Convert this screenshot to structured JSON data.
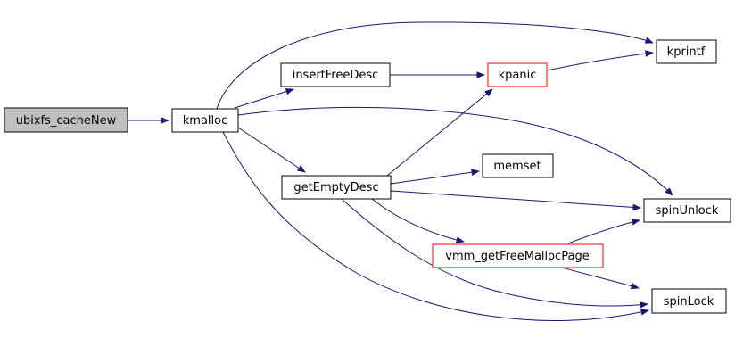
{
  "diagram": {
    "type": "call-graph",
    "colors": {
      "background": "#ffffff",
      "edge": "#191970",
      "node_border": "#000000",
      "node_fill": "#ffffff",
      "focus_node_fill": "#c0c0c0",
      "truncated_node_border": "#ff0000",
      "text": "#000000"
    },
    "nodes": [
      {
        "id": "ubixfs_cacheNew",
        "label": "ubixfs_cacheNew",
        "kind": "focus"
      },
      {
        "id": "kmalloc",
        "label": "kmalloc",
        "kind": "normal"
      },
      {
        "id": "insertFreeDesc",
        "label": "insertFreeDesc",
        "kind": "normal"
      },
      {
        "id": "kpanic",
        "label": "kpanic",
        "kind": "truncated"
      },
      {
        "id": "kprintf",
        "label": "kprintf",
        "kind": "normal"
      },
      {
        "id": "getEmptyDesc",
        "label": "getEmptyDesc",
        "kind": "normal"
      },
      {
        "id": "memset",
        "label": "memset",
        "kind": "normal"
      },
      {
        "id": "spinUnlock",
        "label": "spinUnlock",
        "kind": "normal"
      },
      {
        "id": "vmm_getFreeMallocPage",
        "label": "vmm_getFreeMallocPage",
        "kind": "truncated"
      },
      {
        "id": "spinLock",
        "label": "spinLock",
        "kind": "normal"
      }
    ],
    "edges": [
      {
        "from": "ubixfs_cacheNew",
        "to": "kmalloc"
      },
      {
        "from": "kmalloc",
        "to": "kprintf"
      },
      {
        "from": "kmalloc",
        "to": "insertFreeDesc"
      },
      {
        "from": "kmalloc",
        "to": "getEmptyDesc"
      },
      {
        "from": "kmalloc",
        "to": "spinUnlock"
      },
      {
        "from": "kmalloc",
        "to": "spinLock"
      },
      {
        "from": "insertFreeDesc",
        "to": "kpanic"
      },
      {
        "from": "kpanic",
        "to": "kprintf"
      },
      {
        "from": "getEmptyDesc",
        "to": "kpanic"
      },
      {
        "from": "getEmptyDesc",
        "to": "memset"
      },
      {
        "from": "getEmptyDesc",
        "to": "spinUnlock"
      },
      {
        "from": "getEmptyDesc",
        "to": "vmm_getFreeMallocPage"
      },
      {
        "from": "getEmptyDesc",
        "to": "spinLock"
      },
      {
        "from": "vmm_getFreeMallocPage",
        "to": "spinUnlock"
      },
      {
        "from": "vmm_getFreeMallocPage",
        "to": "spinLock"
      }
    ]
  }
}
